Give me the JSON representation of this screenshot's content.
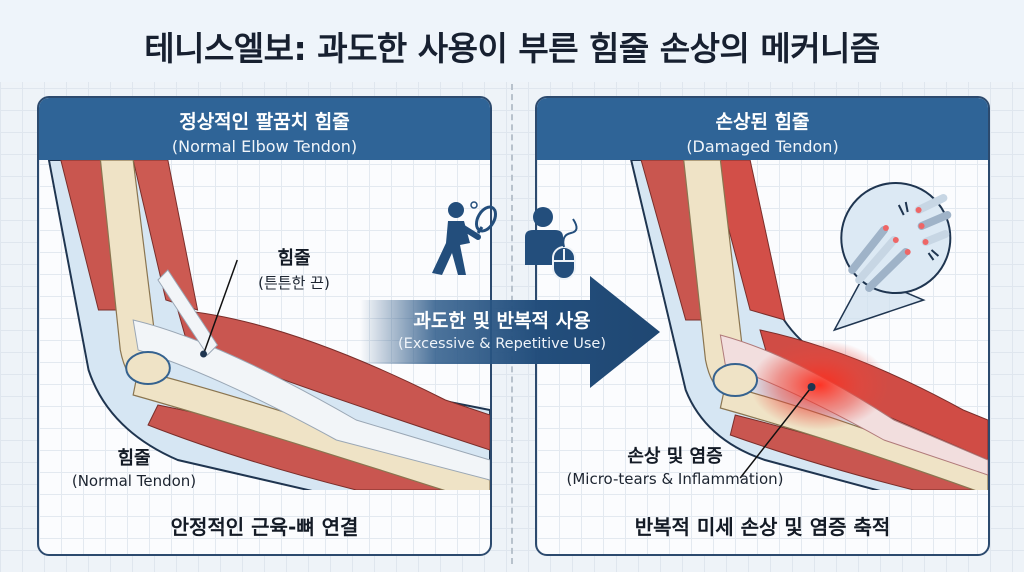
{
  "title": "테니스엘보: 과도한 사용이 부른 힘줄 손상의 메커니즘",
  "colors": {
    "header_blue": "#2f6497",
    "arrow_blue": "#234e7c",
    "muscle_red": "#c9564f",
    "bone_cream": "#efe3c6",
    "tendon_white": "#f2f5f8",
    "inflammation_red": "#e8322a",
    "outline_navy": "#1f3550"
  },
  "left_panel": {
    "header_ko": "정상적인 팔꿈치 힘줄",
    "header_en": "(Normal Elbow Tendon)",
    "callout_tendon": {
      "ko": "힘줄",
      "en": "(튼튼한 끈)"
    },
    "callout_normal": {
      "ko": "힘줄",
      "en": "(Normal Tendon)"
    },
    "footer": "안정적인 근육-뼈 연결"
  },
  "transition": {
    "icons": [
      "tennis-player-icon",
      "computer-mouse-user-icon"
    ],
    "arrow_ko": "과도한 및 반복적 사용",
    "arrow_en": "(Excessive & Repetitive Use)"
  },
  "right_panel": {
    "header_ko": "손상된 힘줄",
    "header_en": "(Damaged Tendon)",
    "magnifier": "frayed-tendon-fibers-closeup",
    "callout_damage": {
      "ko": "손상 및 염증",
      "en": "(Micro-tears & Inflammation)"
    },
    "footer": "반복적 미세 손상 및 염증 축적"
  }
}
